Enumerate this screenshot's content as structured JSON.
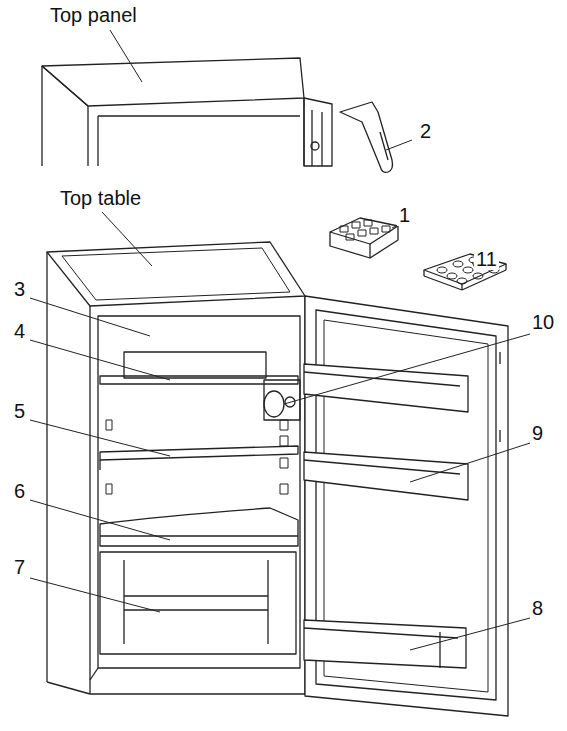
{
  "diagram": {
    "labels": [
      "Top panel",
      "2",
      "Top table",
      "1",
      "11",
      "3",
      "10",
      "4",
      "5",
      "9",
      "6",
      "7",
      "8"
    ]
  }
}
